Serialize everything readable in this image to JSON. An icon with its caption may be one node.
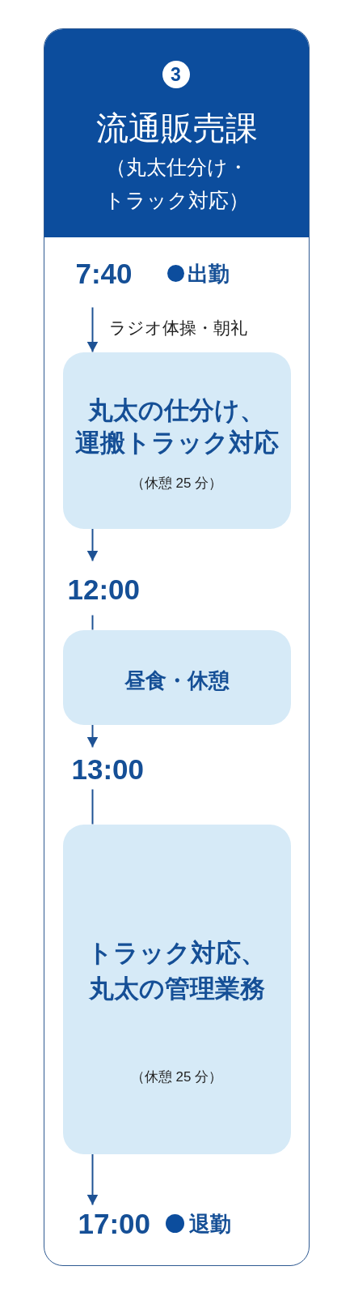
{
  "diagram": {
    "nodes": [
      {
        "text": [
          "流通販売課",
          "（丸太仕分け・トラック対応）"
        ]
      },
      {
        "text": [
          "3"
        ],
        "in": 0
      },
      {
        "text": [
          "7:40"
        ],
        "beside": [
          "出勤"
        ],
        "in": 0
      },
      {
        "text": [
          "丸太の仕分け、運搬トラック対応",
          "（休憩 25 分）"
        ],
        "in": 0
      },
      {
        "text": [
          "12:00"
        ],
        "in": 0
      },
      {
        "text": [
          "昼食・休憩"
        ],
        "in": 0
      },
      {
        "text": [
          "13:00"
        ],
        "in": 0
      },
      {
        "text": [
          "トラック対応、丸太の管理業務",
          "（休憩 25 分）"
        ],
        "in": 0
      },
      {
        "text": [
          "17:00"
        ],
        "beside": [
          "退勤"
        ],
        "in": 0
      }
    ],
    "edges": [
      {
        "from": 2,
        "to": 3,
        "arrow": "to",
        "label": "ラジオ体操・朝礼"
      },
      {
        "from": 3,
        "to": 4,
        "arrow": "to"
      },
      {
        "from": 4,
        "to": 5,
        "arrow": "none"
      },
      {
        "from": 5,
        "to": 6,
        "arrow": "to"
      },
      {
        "from": 6,
        "to": 7,
        "arrow": "none"
      },
      {
        "from": 7,
        "to": 8,
        "arrow": "to"
      }
    ]
  }
}
